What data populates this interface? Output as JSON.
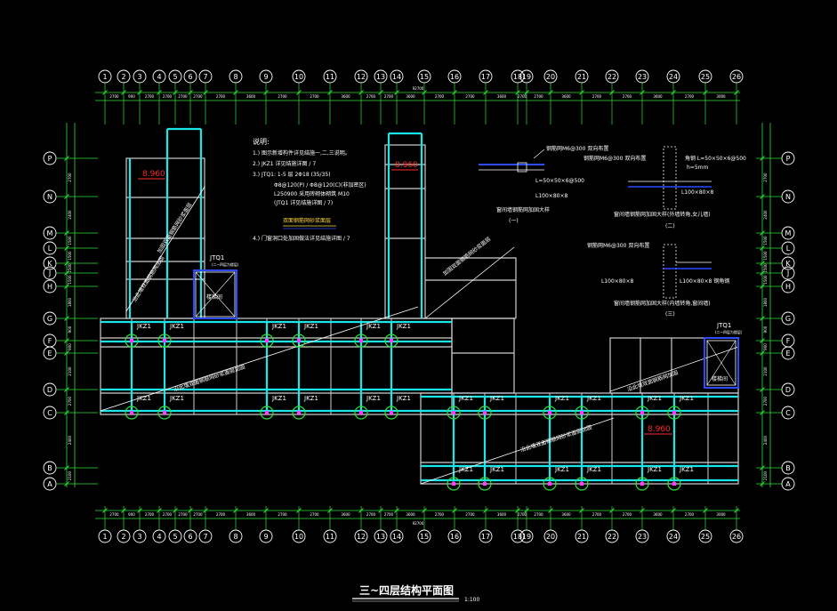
{
  "colors": {
    "background": "#000000",
    "grid": "#2fe03a",
    "column": "#19e6e6",
    "wall": "#cfcfcf",
    "accent_red": "#ff2b2b",
    "accent_magenta": "#ff3cff",
    "accent_blue": "#2b4bff",
    "text": "#ffffff",
    "yellow": "#ffd83a"
  },
  "axes_vertical": [
    "1",
    "2",
    "3",
    "4",
    "5",
    "6",
    "7",
    "8",
    "9",
    "10",
    "11",
    "12",
    "13",
    "14",
    "15",
    "16",
    "17",
    "18",
    "19",
    "20",
    "21",
    "22",
    "23",
    "24",
    "25",
    "26"
  ],
  "axes_horizontal": [
    "P",
    "N",
    "M",
    "L",
    "K",
    "J",
    "H",
    "G",
    "F",
    "E",
    "D",
    "C",
    "B",
    "A"
  ],
  "title": {
    "main": "三~四层结构平面图",
    "scale": "1:100"
  },
  "labels": {
    "jkz": "JKZ1",
    "jtq": "JTQ1",
    "jtq_sub": "(二~四层为楼层)",
    "elev_1": "8.960",
    "elev_2": "8.960",
    "elev_3": "8.960",
    "stair": "楼梯间",
    "stair2": "楼梯间"
  },
  "notes": {
    "heading": "说明:",
    "line1": "1.) 图示新增构件详见结施一,二,三说明。",
    "line2": "2.) JKZ1 详见结施详图 / 7",
    "line3": "3.) JTQ1: 1-5 层 2Φ18 (35/35)",
    "line4": "Φ8@120(P) / Φ8@120(C)(非加密区)",
    "line5": "L250900  采用砖砌体砌筑 M10",
    "line6": "(JTQ1 详见结施详图 / 7)",
    "line7": "双面钢筋网砂浆面层",
    "line8": "4.) 门窗洞口处加固做法详见结施详图 / 7"
  },
  "details": {
    "d1_title": "窗间墙钢筋网加固大样",
    "d1_sub": "(一)",
    "d1_note_a": "L=50×50×6@500",
    "d1_note_b": "L100×80×8",
    "d1_note_c": "钢筋网M6@300 双向布置",
    "d2_title": "窗间墙钢筋网加固大样(外墙转角,女儿墙)",
    "d2_sub": "(二)",
    "d2_note_a": "角钢 L=50×50×6@500",
    "d2_note_b": "L100×80×8",
    "d2_note_c": "h=5mm",
    "d3_title": "窗间墙钢筋网加固大样(内墙转角,窗间墙)",
    "d3_sub": "(三)",
    "d3_note_a": "L100×80×8",
    "d3_note_b": "L100×80×8 钢角钢",
    "d3_note_c": "钢筋网M6@300 双向布置"
  },
  "diagonal_notes": {
    "n1": "沿此墙双面钢筋网加固",
    "n2": "加固双面钢筋网砂浆面层",
    "n3": "沿此墙双面钢筋网砂浆面层加固",
    "n4": "加固双面钢筋网砂浆面层",
    "n5": "沿此墙双面钢筋网砂浆面层加固",
    "n6": "沿此墙双面钢筋网加固"
  },
  "dimensions": {
    "top": [
      "2700",
      "900",
      "2700",
      "2700",
      "2700",
      "2700",
      "2700",
      "3600",
      "2700",
      "2700",
      "3600",
      "2700",
      "2700",
      "3600",
      "2700",
      "2700",
      "3600",
      "2700",
      "2700",
      "3600",
      "2700",
      "2700",
      "3600",
      "2700",
      "3000"
    ],
    "total": "92700",
    "left": [
      "2700",
      "2400",
      "1500",
      "1500",
      "1500",
      "1500",
      "1800",
      "900",
      "900",
      "2100",
      "2700",
      "2400",
      "2100"
    ]
  }
}
